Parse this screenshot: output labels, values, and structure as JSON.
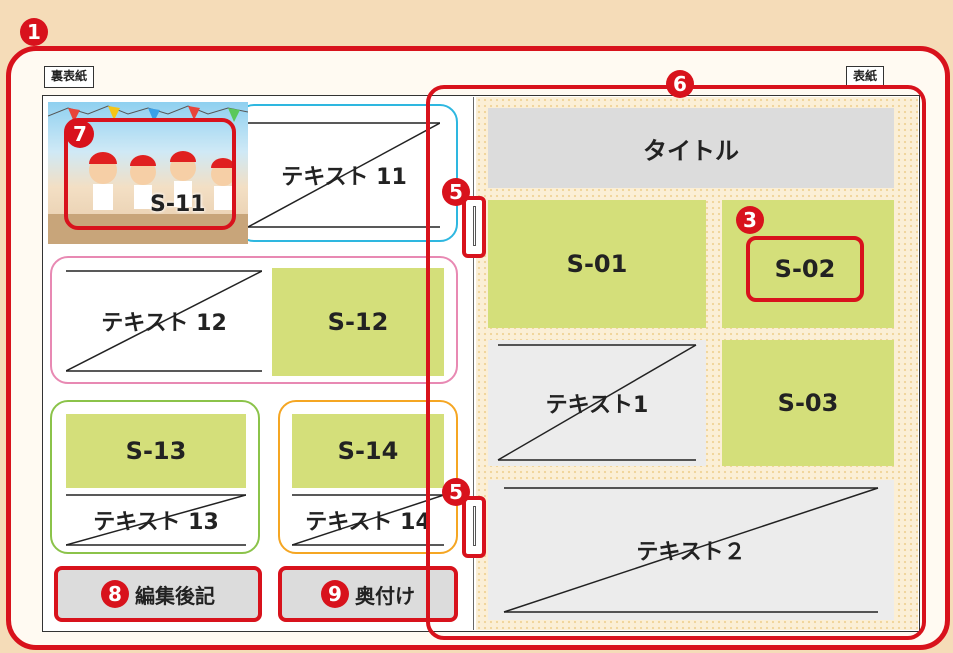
{
  "markers": {
    "m1": "1",
    "m3": "3",
    "m5a": "5",
    "m5b": "5",
    "m6": "6",
    "m7": "7"
  },
  "labels": {
    "back_cover": "裏表紙",
    "front_cover": "表紙"
  },
  "back_cover": {
    "s11": "S-11",
    "text11": "テキスト 11",
    "text12": "テキスト 12",
    "s12": "S-12",
    "s13": "S-13",
    "text13": "テキスト 13",
    "s14": "S-14",
    "text14": "テキスト 14",
    "editor_num": "8",
    "editor_label": "編集後記",
    "colophon_num": "9",
    "colophon_label": "奥付け"
  },
  "front_cover": {
    "title": "タイトル",
    "s01": "S-01",
    "s02": "S-02",
    "text1": "テキスト1",
    "s03": "S-03",
    "text2": "テキスト２"
  },
  "colors": {
    "accent": "#d8121c",
    "slot": "#d4df7a",
    "blue": "#2eb7e0",
    "pink": "#e889b3",
    "green": "#8bc34a",
    "orange": "#f5a623"
  }
}
